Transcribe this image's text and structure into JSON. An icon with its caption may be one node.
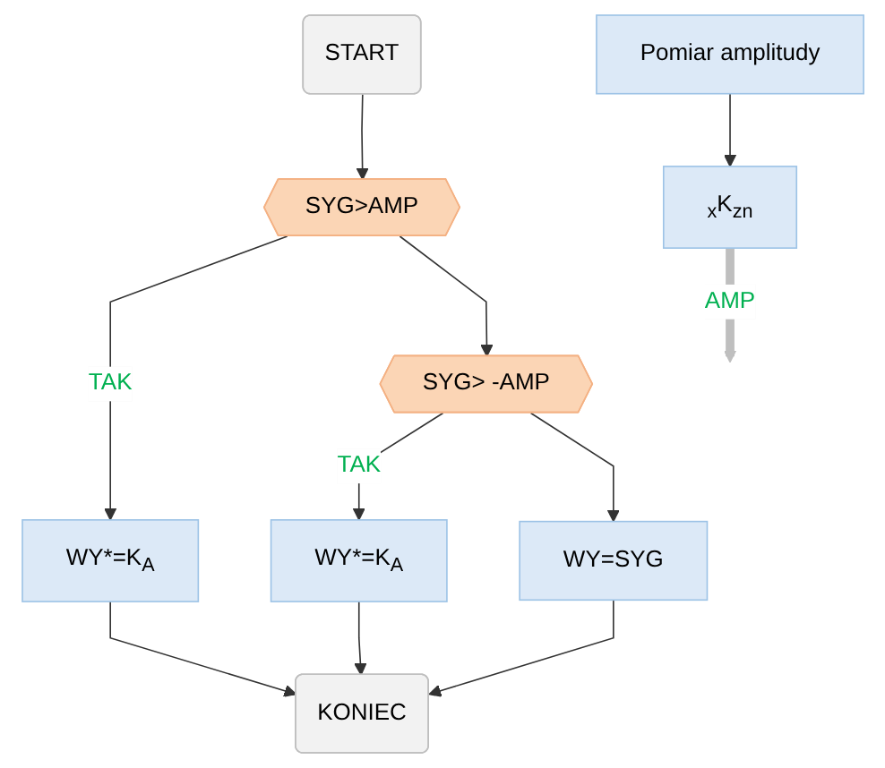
{
  "diagram": {
    "nodes": [
      {
        "text": [
          "START"
        ]
      },
      {
        "text": [
          "SYG>AMP"
        ]
      },
      {
        "text": [
          "WY*=K$_{A}$"
        ]
      },
      {
        "text": [
          "SYG> -AMP"
        ]
      },
      {
        "text": [
          "WY*=K$_{A}$"
        ]
      },
      {
        "text": [
          "WY=SYG"
        ]
      },
      {
        "text": [
          "KONIEC"
        ]
      },
      {
        "text": [
          "Pomiar amplitudy"
        ]
      },
      {
        "text": [
          "$_{x}$K$_{zn}$"
        ]
      }
    ],
    "edges": [
      {
        "from": 0,
        "to": 1,
        "arrow": "to"
      },
      {
        "from": 1,
        "to": 2,
        "arrow": "to",
        "label": "TAK"
      },
      {
        "from": 1,
        "to": 3,
        "arrow": "to"
      },
      {
        "from": 3,
        "to": 4,
        "arrow": "to",
        "label": "TAK"
      },
      {
        "from": 3,
        "to": 5,
        "arrow": "to"
      },
      {
        "from": 5,
        "to": 6,
        "arrow": "to"
      },
      {
        "from": 2,
        "to": 6,
        "arrow": "to"
      },
      {
        "from": 4,
        "to": 6,
        "arrow": "to"
      },
      {
        "from": 7,
        "to": 8,
        "arrow": "to"
      },
      {
        "from": 8,
        "to": null,
        "arrow": "to",
        "label": "AMP",
        "style": "thick",
        "color": "#bfbfbf"
      }
    ]
  }
}
